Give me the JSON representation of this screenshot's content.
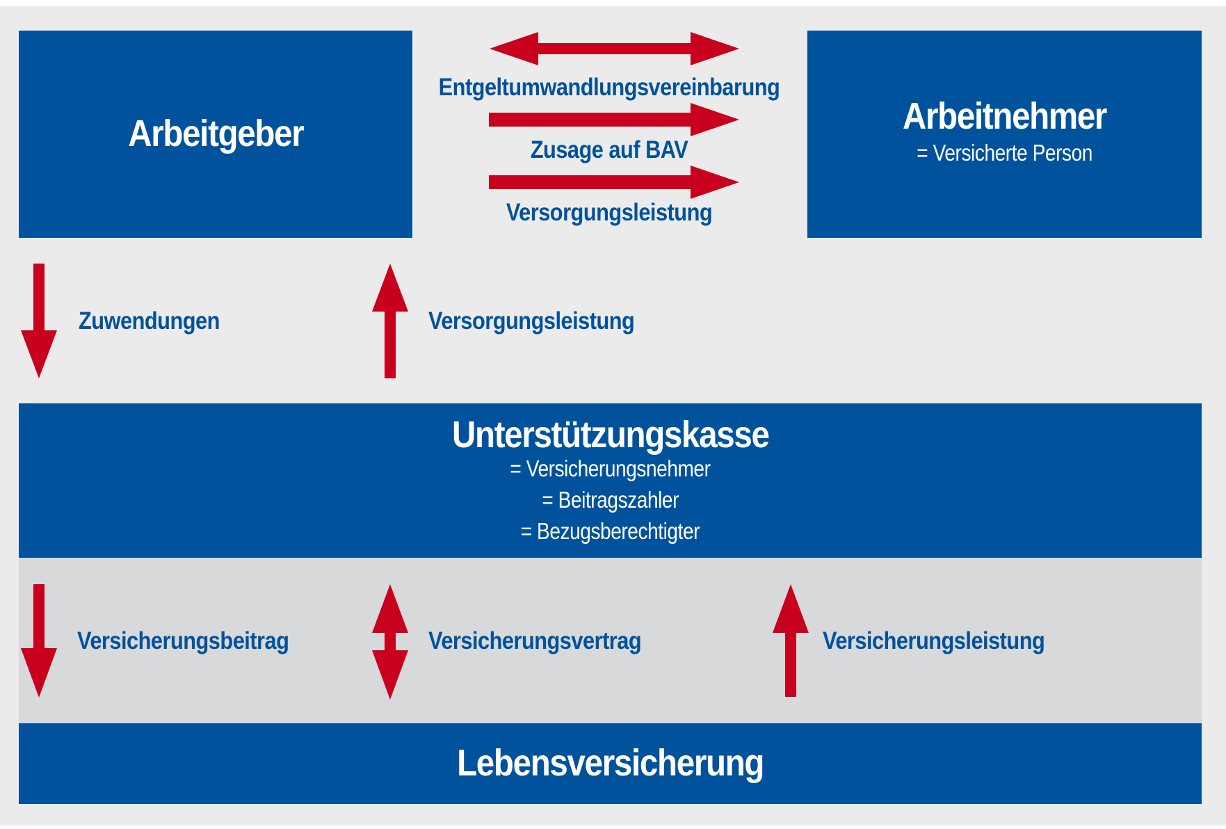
{
  "colors": {
    "background": "#ebebeb",
    "band": "#d8d9db",
    "box": "#00529c",
    "box_text": "#ffffff",
    "label": "#00529c",
    "arrow": "#c8001e"
  },
  "boxes": {
    "employer": {
      "title": "Arbeitgeber"
    },
    "employee": {
      "title": "Arbeitnehmer",
      "subtitle": "= Versicherte Person"
    },
    "support_fund": {
      "title": "Unterstützungskasse",
      "lines": [
        "= Versicherungsnehmer",
        "= Beitragszahler",
        "= Bezugsberechtigter"
      ]
    },
    "life_insurance": {
      "title": "Lebensversicherung"
    }
  },
  "relations": {
    "top": [
      {
        "label": "Entgeltumwandlungsvereinbarung",
        "direction": "both",
        "icon": "double-arrow-horizontal"
      },
      {
        "label": "Zusage auf BAV",
        "direction": "right",
        "icon": "arrow-right"
      },
      {
        "label": "Versorgungsleistung",
        "direction": "right",
        "icon": "arrow-right"
      }
    ],
    "middle": [
      {
        "label": "Zuwendungen",
        "direction": "down",
        "icon": "arrow-down"
      },
      {
        "label": "Versorgungsleistung",
        "direction": "up",
        "icon": "arrow-up"
      }
    ],
    "bottom": [
      {
        "label": "Versicherungsbeitrag",
        "direction": "down",
        "icon": "arrow-down"
      },
      {
        "label": "Versicherungsvertrag",
        "direction": "both",
        "icon": "double-arrow-vertical"
      },
      {
        "label": "Versicherungsleistung",
        "direction": "up",
        "icon": "arrow-up"
      }
    ]
  }
}
